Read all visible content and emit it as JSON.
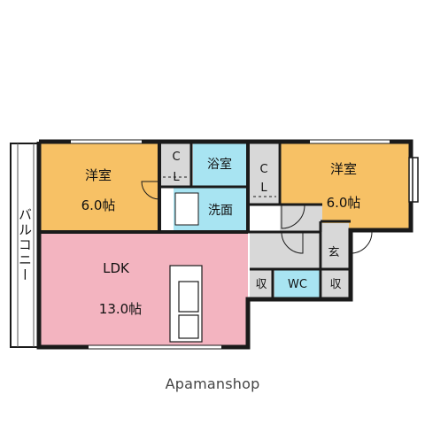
{
  "floorplan": {
    "balcony": "バルコニー",
    "western_room_left": {
      "name": "洋室",
      "size": "6.0帖"
    },
    "western_room_right": {
      "name": "洋室",
      "size": "6.0帖"
    },
    "closet_left": "CL",
    "closet_right": "CL",
    "bathroom": "浴室",
    "washroom": "洗面",
    "ldk": {
      "name": "LDK",
      "size": "13.0帖"
    },
    "storage_left": "収",
    "storage_right": "収",
    "toilet": "WC",
    "entrance": "玄"
  },
  "colors": {
    "western_room": "#f7c165",
    "ldk": "#f3b4c0",
    "bath": "#a8e4f2",
    "wc": "#a8e4f2",
    "hall": "#d8d8d8",
    "wall": "#1a1a1a"
  },
  "brand": "Apamanshop"
}
